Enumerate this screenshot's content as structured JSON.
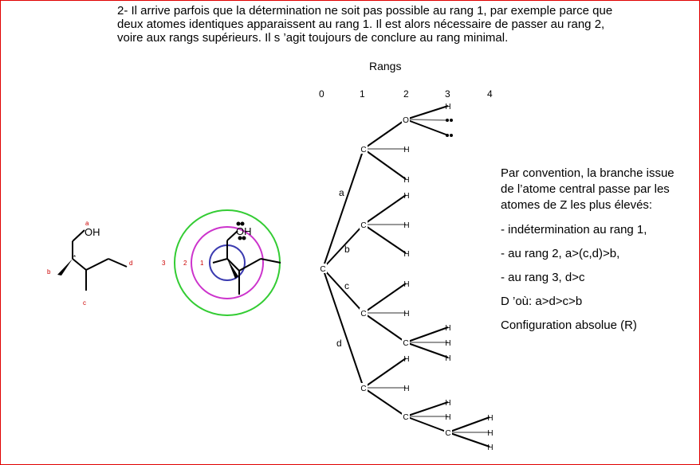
{
  "intro": {
    "lines": [
      "2- Il arrive parfois que la détermination ne soit pas possible au rang 1, par exemple parce que",
      "deux atomes identiques apparaissent au rang 1. Il est alors nécessaire de passer au rang 2,",
      "voire aux rangs supérieurs. Il s ’agit toujours de conclure au rang minimal."
    ]
  },
  "tree": {
    "title": "Rangs",
    "ranks": [
      "0",
      "1",
      "2",
      "3",
      "4"
    ],
    "branch_labels": [
      "a",
      "b",
      "c",
      "d"
    ]
  },
  "molecule": {
    "left_labels": {
      "a": "a",
      "b": "b",
      "c": "c",
      "d": "d",
      "star": "*"
    },
    "oh": "OH",
    "circle_labels": [
      "1",
      "2",
      "3"
    ]
  },
  "conclusion": {
    "lines": [
      "Par convention, la branche issue de l’atome central passe par les atomes de Z les plus élevés:",
      "- indétermination au rang 1,",
      "- au rang 2, a>(c,d)>b,",
      "- au rang 3, d>c",
      "D ’où: a>d>c>b",
      "Configuration absolue (R)"
    ]
  },
  "colors": {
    "frame": "#e00000",
    "labels_red": "#cc0000",
    "circle_inner": "#3b3bb0",
    "circle_middle": "#cc33cc",
    "circle_outer": "#33cc33"
  }
}
